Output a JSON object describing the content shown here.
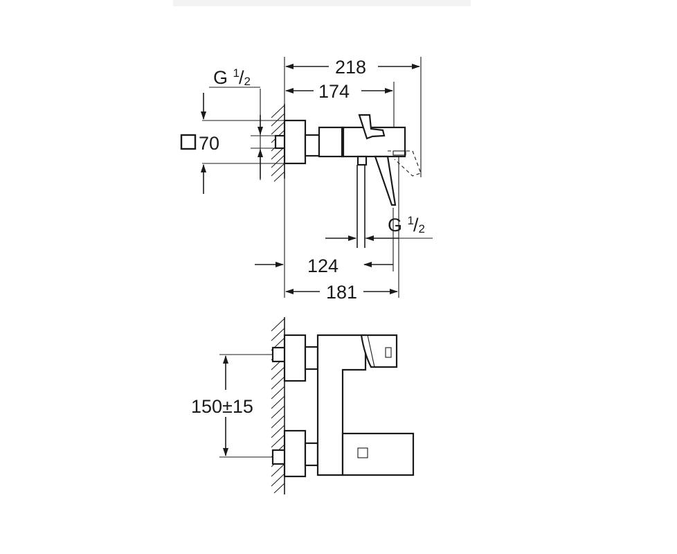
{
  "drawing": {
    "top_view": {
      "dim_218": "218",
      "dim_174": "174",
      "dim_124": "124",
      "dim_181": "181",
      "square_70": "70",
      "thread_wall": {
        "base": "G ",
        "num": "1",
        "den": "2"
      },
      "thread_outlet": {
        "base": "G ",
        "num": "1",
        "den": "2"
      }
    },
    "front_view": {
      "dim_center": "150±15"
    }
  }
}
